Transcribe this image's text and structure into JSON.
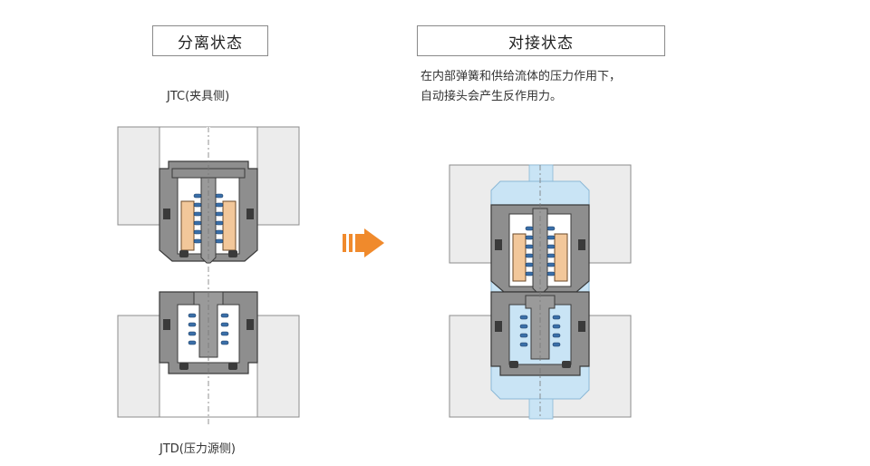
{
  "states": {
    "separated": {
      "title": "分离状态",
      "upper_label": "JTC(夹具侧)",
      "lower_label": "JTD(压力源侧)"
    },
    "connected": {
      "title": "对接状态",
      "description_line1": "在内部弹簧和供给流体的压力作用下，",
      "description_line2": "自动接头会产生反作用力。"
    }
  },
  "colors": {
    "plate": "#ececec",
    "plate_stroke": "#8c8c8c",
    "body_gray": "#8e8e8e",
    "body_stroke": "#3a3a3a",
    "orange_part": "#f2c79a",
    "spring_blue": "#3a6fa8",
    "fluid_blue": "#c9e4f5",
    "arrow_orange": "#f08a2c"
  },
  "icons": {
    "arrow": "right-arrow-icon"
  }
}
